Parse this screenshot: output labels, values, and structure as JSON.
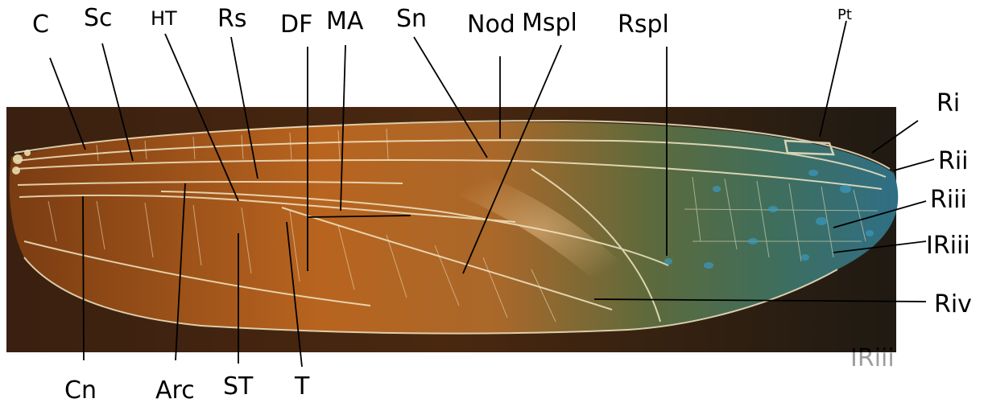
{
  "labels": {
    "C": "C",
    "Sc": "Sc",
    "HT": "HT",
    "Rs": "Rs",
    "DF": "DF",
    "MA": "MA",
    "Sn": "Sn",
    "Nod": "Nod",
    "Mspl": "Mspl",
    "Rspl": "Rspl",
    "Pt": "Pt",
    "Ri": "Ri",
    "Rii": "Rii",
    "Riii": "Riii",
    "IRiii": "IRiii",
    "Riv": "Riv",
    "Cn": "Cn",
    "Arc": "Arc",
    "ST": "ST",
    "T": "T",
    "partial": "IRiii"
  },
  "colors": {
    "background": "#ffffff",
    "photo_dark": "#2a1608",
    "wing_orange": "#b8641f",
    "wing_teal": "#4e7a5a",
    "wing_blue": "#2f6f86",
    "vein": "#f2e6c4",
    "leader_line": "#000000"
  }
}
